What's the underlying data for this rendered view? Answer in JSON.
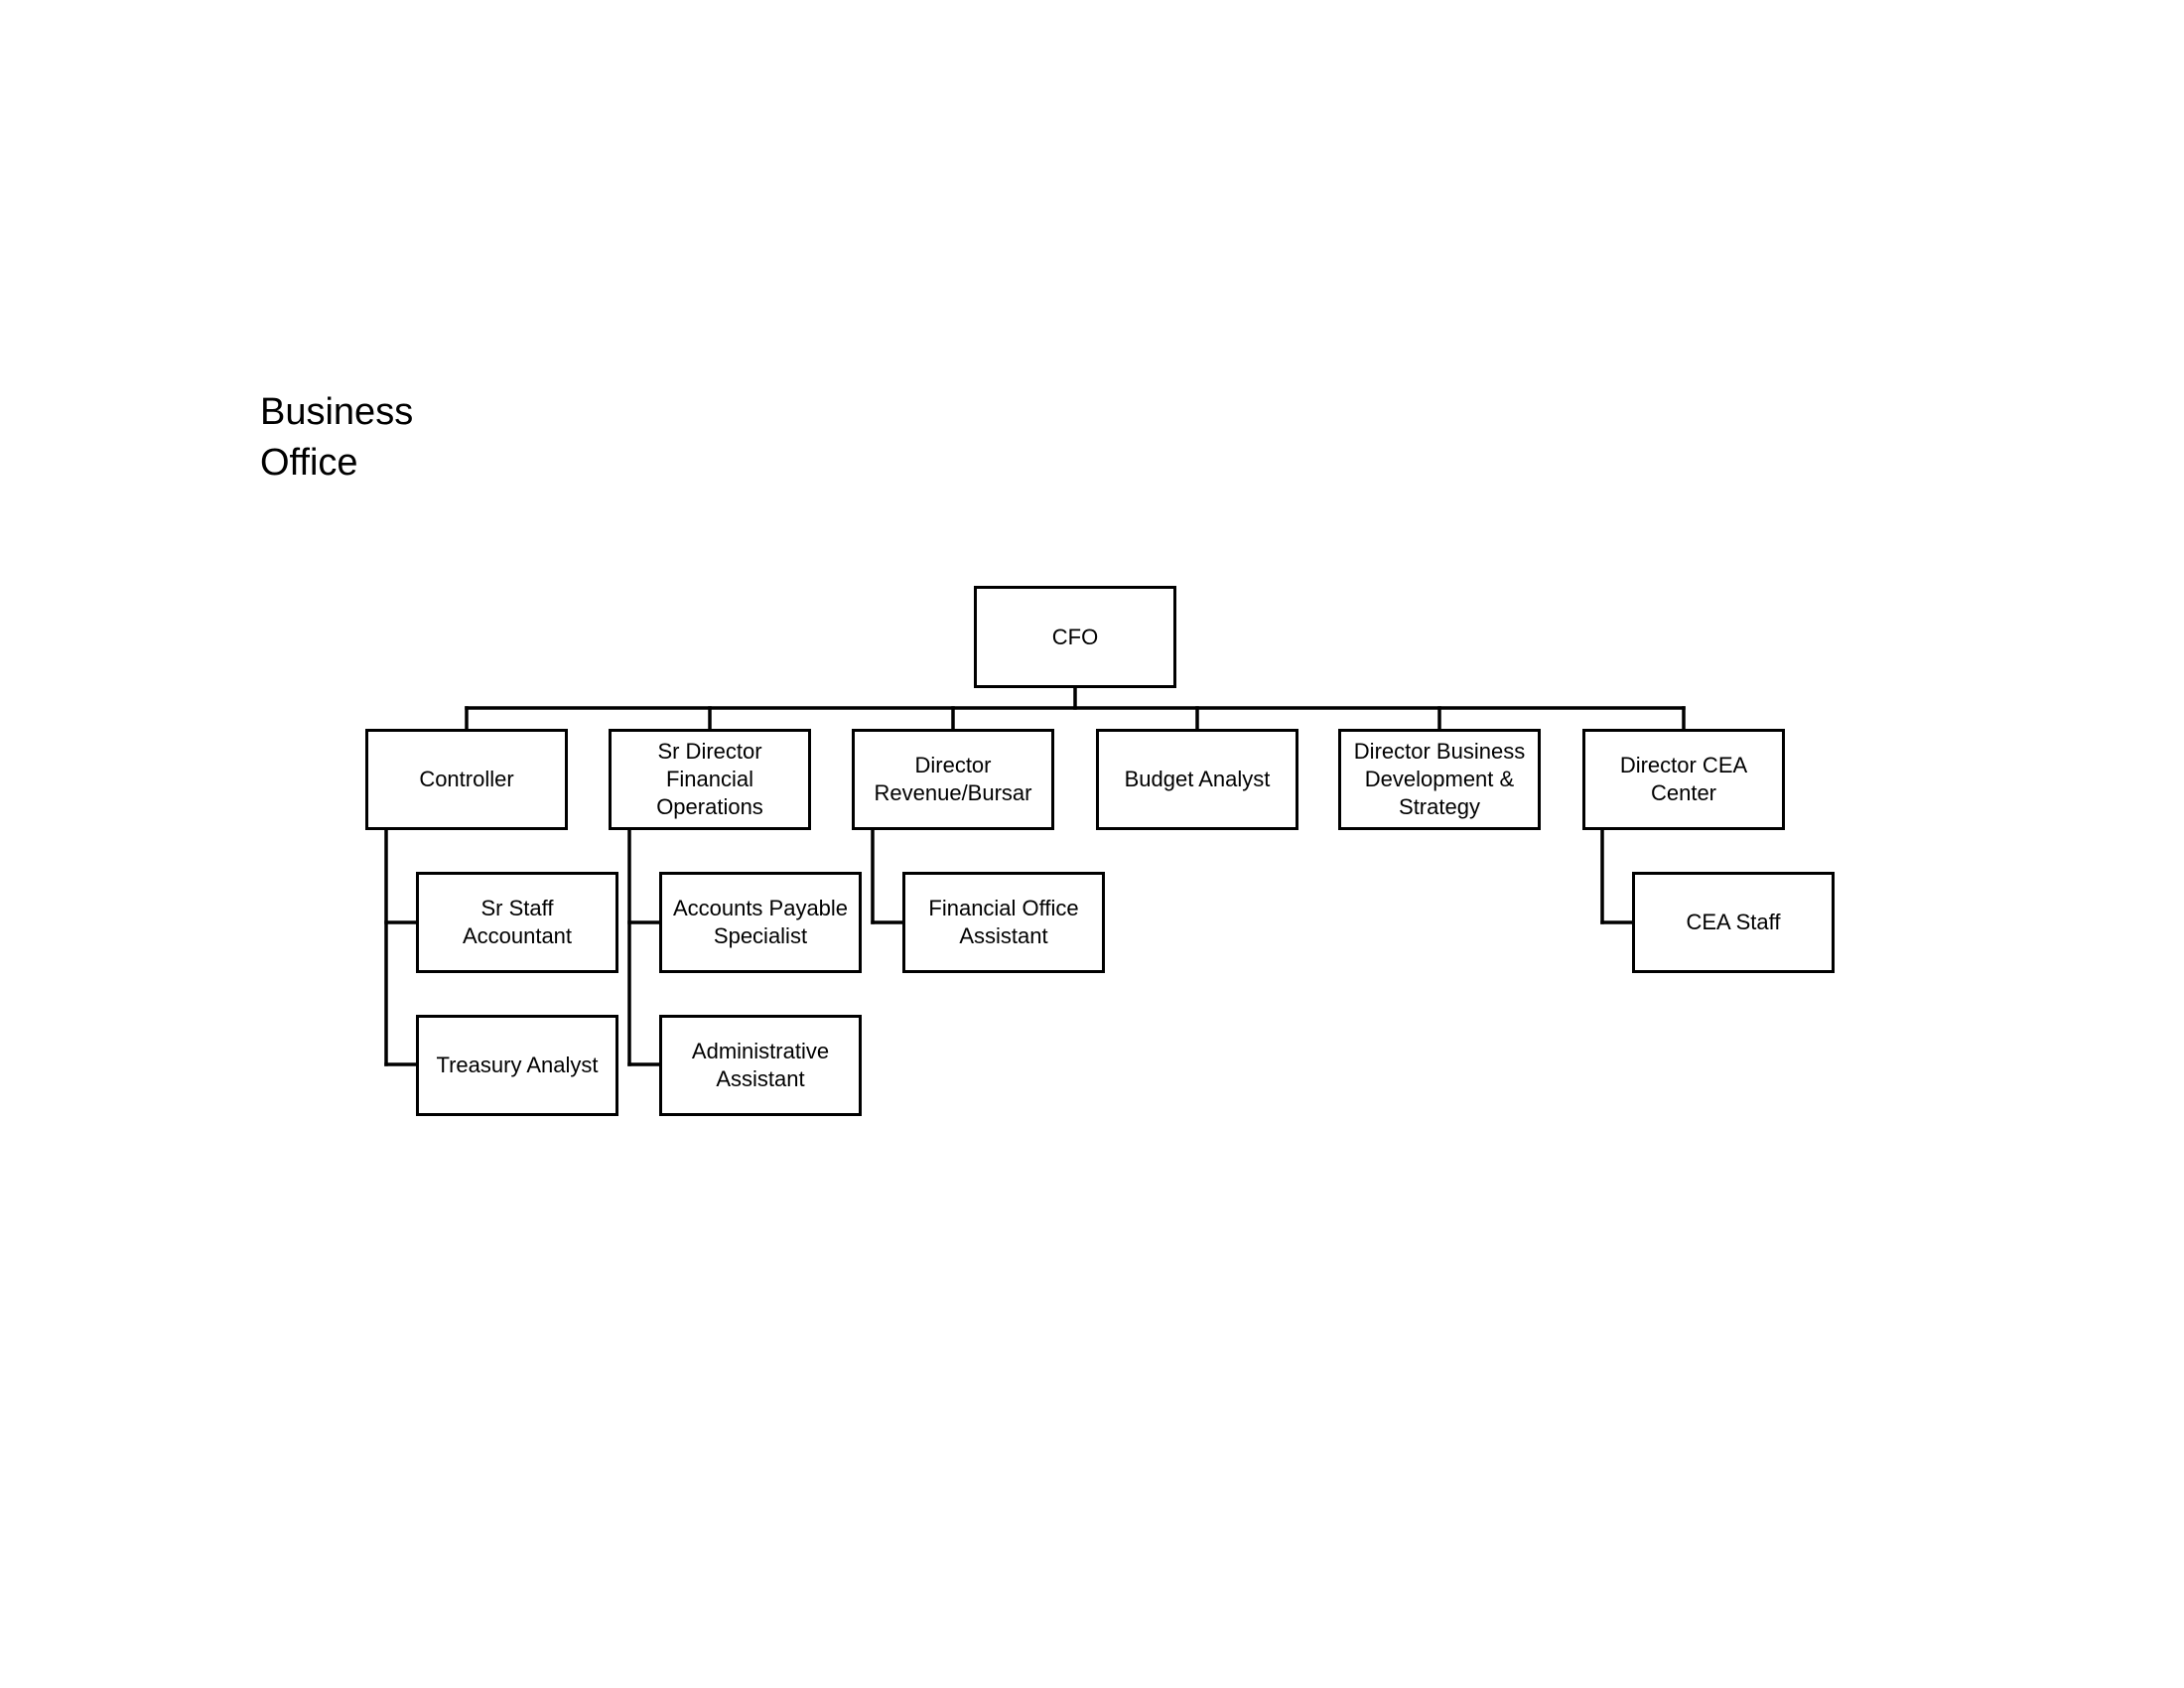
{
  "title": {
    "line1": "Business",
    "line2": "Office"
  },
  "org_chart": {
    "root": "CFO",
    "departments": [
      {
        "label_lines": [
          "Controller"
        ],
        "reports": [
          {
            "label_lines": [
              "Sr Staff",
              "Accountant"
            ]
          },
          {
            "label_lines": [
              "Treasury Analyst"
            ]
          }
        ]
      },
      {
        "label_lines": [
          "Sr Director",
          "Financial",
          "Operations"
        ],
        "reports": [
          {
            "label_lines": [
              "Accounts Payable",
              "Specialist"
            ]
          },
          {
            "label_lines": [
              "Administrative",
              "Assistant"
            ]
          }
        ]
      },
      {
        "label_lines": [
          "Director",
          "Revenue/Bursar"
        ],
        "reports": [
          {
            "label_lines": [
              "Financial Office",
              "Assistant"
            ]
          }
        ]
      },
      {
        "label_lines": [
          "Budget Analyst"
        ],
        "reports": []
      },
      {
        "label_lines": [
          "Director Business",
          "Development &",
          "Strategy"
        ],
        "reports": []
      },
      {
        "label_lines": [
          "Director CEA",
          "Center"
        ],
        "reports": [
          {
            "label_lines": [
              "CEA Staff"
            ]
          }
        ]
      }
    ]
  }
}
